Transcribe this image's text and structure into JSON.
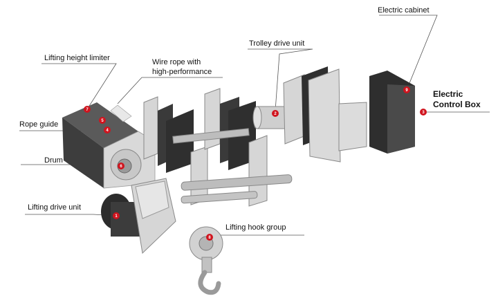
{
  "labels": {
    "electric_cabinet": "Electric cabinet",
    "trolley_drive_unit": "Trolley drive unit",
    "lifting_height_limiter": "Lifting height limiter",
    "wire_rope_line1": "Wire rope with",
    "wire_rope_line2": "high-performance",
    "electric_control_box_line1": "Electric",
    "electric_control_box_line2": "Control Box",
    "rope_guide": "Rope guide",
    "drum": "Drum",
    "lifting_drive_unit": "Lifting drive unit",
    "lifting_hook_group": "Lifting hook group"
  },
  "badges": {
    "lifting_drive_unit": "1",
    "trolley_drive_unit": "2",
    "electric_control_box": "3",
    "rope_guide_lower": "4",
    "rope_guide_upper": "5",
    "drum": "6",
    "lifting_height_limiter": "7",
    "lifting_hook_group": "8",
    "electric_cabinet": "9"
  },
  "colors": {
    "badge": "#d0141e",
    "leader_line": "#555555",
    "motor_dark": "#3d3d3d",
    "frame_light": "#d6d6d6"
  }
}
